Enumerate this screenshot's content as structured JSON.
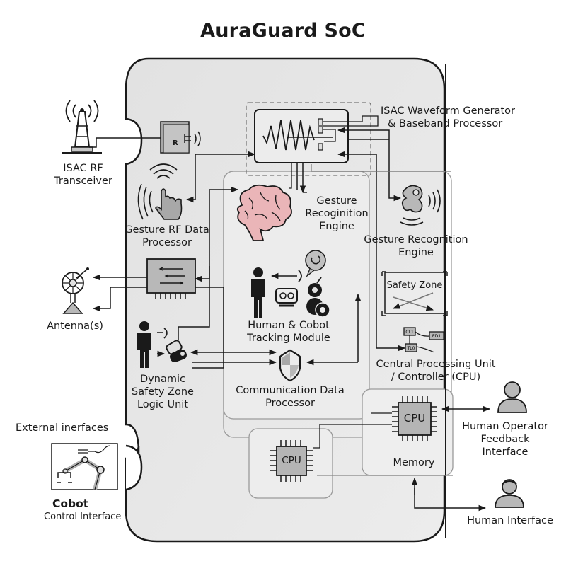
{
  "title": "AuraGuard SoC",
  "diagram": {
    "type": "system-block-diagram",
    "external_components": {
      "isac_rf_transceiver": {
        "label_line1": "ISAC RF",
        "label_line2": "Transceiver",
        "icon": "radio-tower-icon"
      },
      "antennas": {
        "label": "Antenna(s)",
        "icon": "satellite-dish-icon"
      },
      "external_interfaces_heading": "External inerfaces",
      "cobot_control_interface": {
        "label_line1": "Cobot",
        "label_line2": "Control Interface",
        "icon": "robot-arm-icon"
      },
      "human_operator_feedback": {
        "label_line1": "Human Operator",
        "label_line2": "Feedback",
        "label_line3": "Interface",
        "icon": "person-icon"
      },
      "human_interface": {
        "label": "Human Interface",
        "icon": "person-headset-icon"
      }
    },
    "soc_blocks": {
      "rf_frontend": {
        "chip_letter": "R",
        "icon": "rf-module-icon"
      },
      "isac_waveform": {
        "label_line1": "ISAC Waveform Generator",
        "label_line2": "& Baseband Processor",
        "icon": "waveform-icon"
      },
      "gesture_rf_data_processor": {
        "label_line1": "Gesture RF Data",
        "label_line2": "Processor",
        "icon": "hand-gesture-icon"
      },
      "gesture_recognition_engine_inner": {
        "label_line1": "Gesture",
        "label_line2": "Recoginition",
        "label_line3": "Engine",
        "icon": "brain-icon"
      },
      "gesture_recognition_engine_outer": {
        "label_line1": "Gesture Recognition",
        "label_line2": "Engine",
        "icon": "gesture-radar-icon"
      },
      "switch_module": {
        "icon": "switch-arrows-icon"
      },
      "human_cobot_tracking": {
        "label_line1": "Human & Cobot",
        "label_line2": "Tracking Module",
        "icon": "human-robot-icon"
      },
      "safety_zone": {
        "label": "Safety Zone",
        "icon": "safety-zone-icon"
      },
      "cpu_controller": {
        "label_line1": "Central Processing Unit",
        "label_line2": "/ Controller (CPU)",
        "nodes": [
          "CL1",
          "ED1",
          "TL0"
        ]
      },
      "dynamic_safety_zone": {
        "label_line1": "Dynamic",
        "label_line2": "Safety Zone",
        "label_line3": "Logic Unit",
        "icon": "person-robot-icon"
      },
      "communication_data_processor": {
        "label_line1": "Communication Data",
        "label_line2": "Processor",
        "icon": "shield-icon"
      },
      "cpu_main": {
        "label": "CPU"
      },
      "cpu_secondary": {
        "label": "CPU"
      },
      "memory": {
        "label": "Memory"
      }
    },
    "colors": {
      "board_fill": "#e6e6e6",
      "board_stroke": "#1a1a1a",
      "brain_fill": "#eab5b8",
      "chip_fill": "#b5b5b5",
      "panel_stroke": "#9a9a9a"
    }
  }
}
